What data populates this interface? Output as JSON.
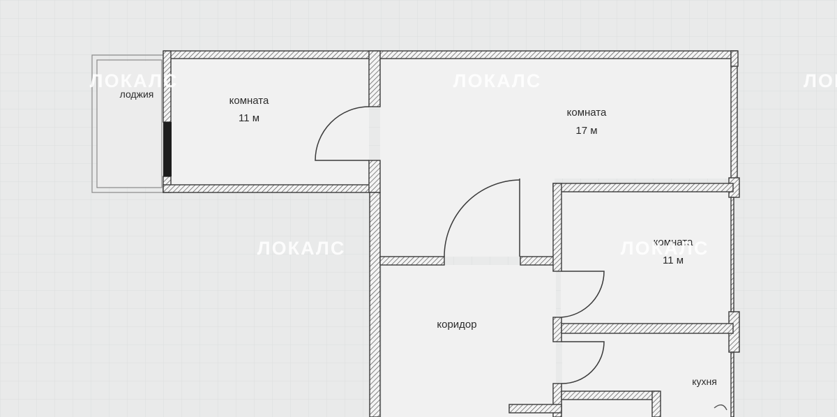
{
  "watermark": "ЛОКАЛС",
  "rooms": {
    "loggia": {
      "label": "лоджия"
    },
    "room_small_top": {
      "label": "комната",
      "area": "11 м"
    },
    "room_large": {
      "label": "комната",
      "area": "17 м"
    },
    "room_right": {
      "label": "комната",
      "area": "11 м"
    },
    "corridor": {
      "label": "коридор"
    },
    "kitchen": {
      "label": "кухня"
    }
  },
  "colors": {
    "background": "#e9eaea",
    "wall_fill": "#f2f2f2",
    "wall_stroke": "#3a3a3a",
    "watermark": "#ffffff"
  }
}
